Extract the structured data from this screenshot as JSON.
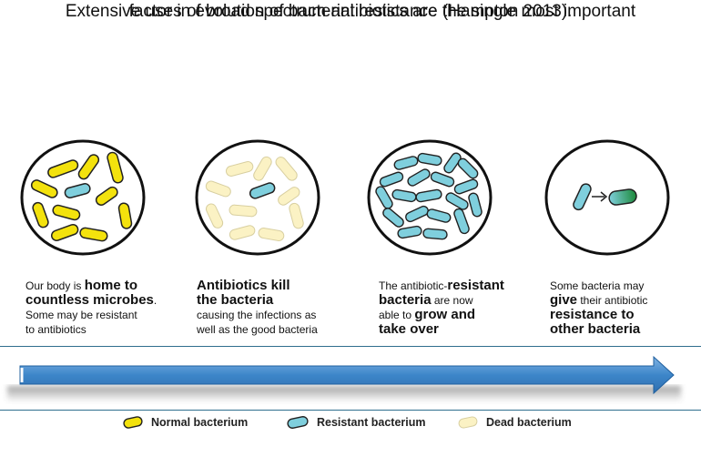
{
  "title": {
    "line1": "Extensive uses of broad spectrum antibiotics are the single most important",
    "line2": "factor in evolution of bacterial resistance (Hampton 2013)."
  },
  "colors": {
    "normal": "#f3e20d",
    "resistant": "#7fcfdd",
    "dead": "#fbf2c4",
    "timeline_arrow": "#3d86c9"
  },
  "panels": [
    {
      "caption": {
        "line1_pre": "Our body is ",
        "line1_strong": "home to",
        "line2_strong": "countless microbes",
        "line2_post": ".",
        "line3": "Some may be resistant",
        "line4": "to antibiotics"
      }
    },
    {
      "caption": {
        "line1_strong": "Antibiotics kill",
        "line2_strong": "the bacteria",
        "line3": "causing the infections as",
        "line4": "well as the good bacteria"
      }
    },
    {
      "caption": {
        "line1_pre": "The antibiotic-",
        "line1_strong": "resistant",
        "line2_strong": "bacteria",
        "line2_post": " are now",
        "line3_pre": "able to ",
        "line3_strong": "grow and",
        "line4_strong": "take over"
      }
    },
    {
      "caption": {
        "line1": "Some bacteria may",
        "line2_strong": "give",
        "line2_post": " their antibiotic",
        "line3_strong": "resistance to",
        "line4_strong": "other bacteria"
      }
    }
  ],
  "legend": [
    {
      "label": "Normal bacterium",
      "icon": "normal-bacterium-icon"
    },
    {
      "label": "Resistant bacterium",
      "icon": "resistant-bacterium-icon"
    },
    {
      "label": "Dead bacterium",
      "icon": "dead-bacterium-icon"
    }
  ]
}
